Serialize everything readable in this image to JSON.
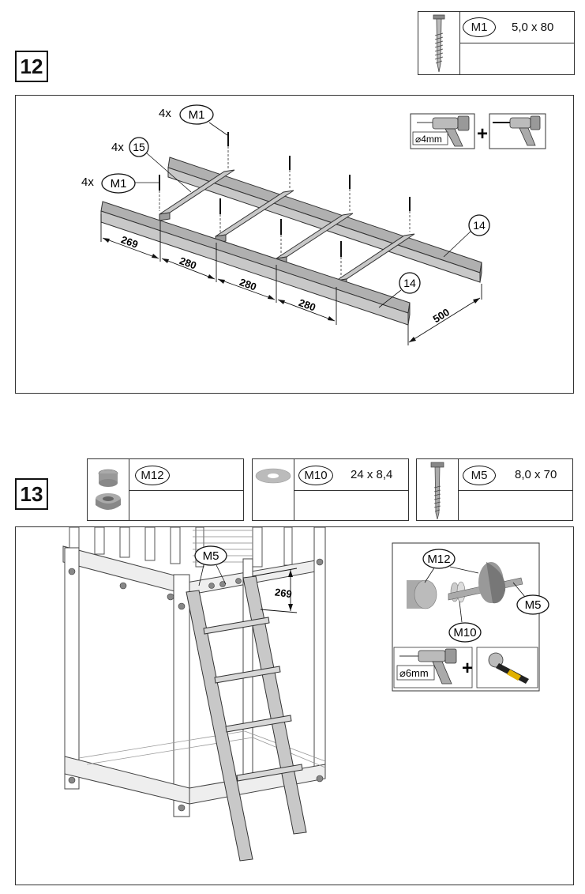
{
  "step12": {
    "number": "12",
    "part": {
      "code": "M1",
      "size": "5,0 x 80",
      "icon": "screw-icon"
    },
    "callouts": {
      "qty_m1_top": "4x",
      "m1_top": "M1",
      "qty_15": "4x",
      "part_15": "15",
      "qty_m1_left": "4x",
      "m1_left": "M1",
      "part_14a": "14",
      "part_14b": "14"
    },
    "dimensions": {
      "d1": "269",
      "d2": "280",
      "d3": "280",
      "d4": "280",
      "width": "500"
    },
    "tools": {
      "drill_bit": "⌀4mm",
      "plus": "+"
    }
  },
  "step13": {
    "number": "13",
    "parts": [
      {
        "code": "M12",
        "size": "",
        "icon": "cap-icon"
      },
      {
        "code": "M10",
        "size": "24 x 8,4",
        "icon": "washer-icon"
      },
      {
        "code": "M5",
        "size": "8,0 x 70",
        "icon": "bolt-icon"
      }
    ],
    "callouts": {
      "m5": "M5",
      "dim": "269"
    },
    "detail": {
      "m12": "M12",
      "m5": "M5",
      "m10": "M10",
      "drill_bit": "⌀6mm",
      "plus": "+"
    }
  }
}
